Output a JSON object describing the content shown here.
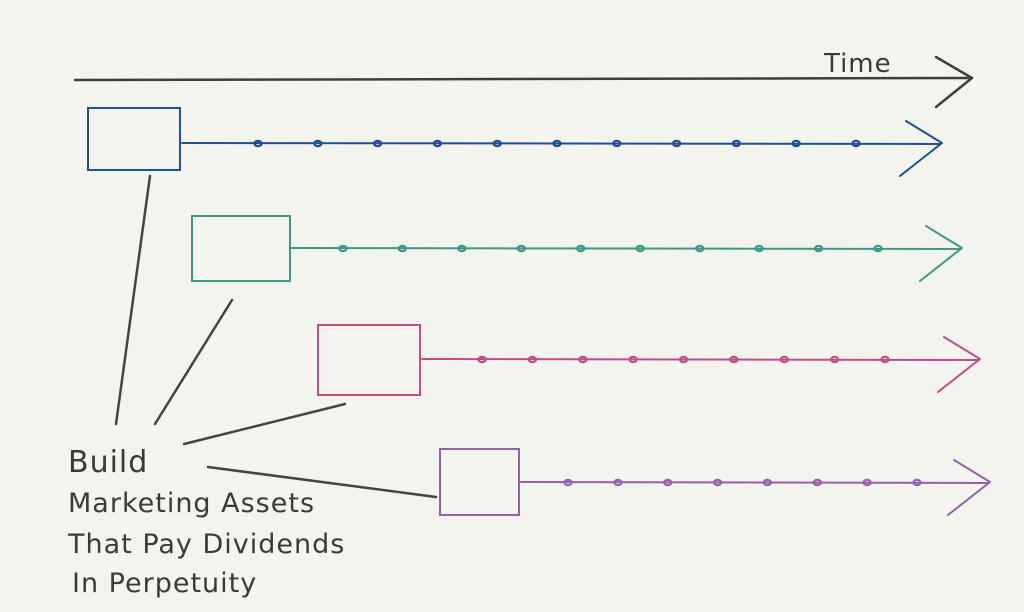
{
  "diagram": {
    "time_axis": {
      "label": "Time",
      "color": "#3d3d3d"
    },
    "caption": {
      "lines": [
        "Build",
        "Marketing Assets",
        "That Pay Dividends",
        "In Perpetuity"
      ],
      "color": "#3a3a3a"
    },
    "assets": [
      {
        "color": "#1f4f96",
        "dividend_marks": 11
      },
      {
        "color": "#3b9a86",
        "dividend_marks": 10
      },
      {
        "color": "#c24d86",
        "dividend_marks": 9
      },
      {
        "color": "#9462a8",
        "dividend_marks": 8
      }
    ]
  }
}
